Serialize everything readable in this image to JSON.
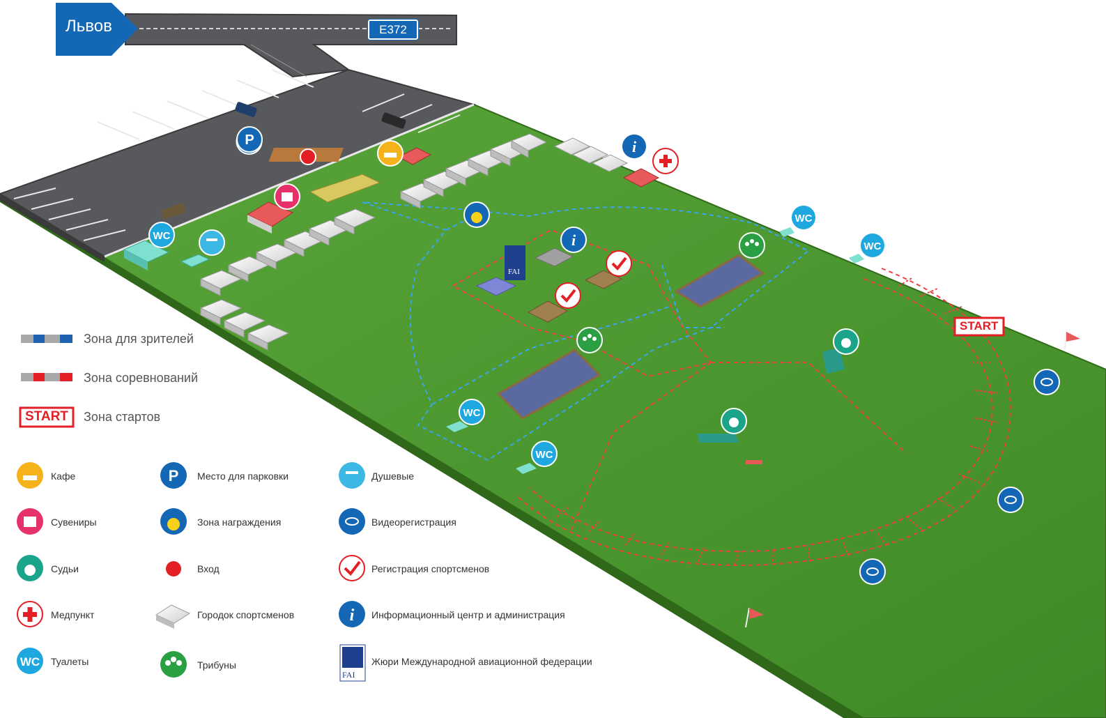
{
  "road": {
    "city": "Львов",
    "route": "E372"
  },
  "map_labels": {
    "start": "START"
  },
  "zones": [
    {
      "id": "spectators",
      "label": "Зона для зрителей",
      "color": "#1f63b0"
    },
    {
      "id": "competition",
      "label": "Зона соревнований",
      "color": "#e31e24"
    },
    {
      "id": "starts",
      "label": "Зона стартов",
      "badge": "START",
      "color": "#e31e24"
    }
  ],
  "legend": [
    {
      "id": "cafe",
      "icon": "cafe-icon",
      "label": "Кафе",
      "color": "#f6b21b"
    },
    {
      "id": "souvenirs",
      "icon": "gift-icon",
      "label": "Сувениры",
      "color": "#e6316b"
    },
    {
      "id": "judges",
      "icon": "whistle-icon",
      "label": "Судьи",
      "color": "#1aa58a"
    },
    {
      "id": "medical",
      "icon": "medical-cross-icon",
      "label": "Медпункт",
      "color": "#e31e24"
    },
    {
      "id": "wc",
      "icon": "wc-icon",
      "label": "Туалеты",
      "text": "WC",
      "color": "#1fa8e0"
    },
    {
      "id": "parking",
      "icon": "parking-icon",
      "label": "Место для парковки",
      "text": "P",
      "color": "#1467b5"
    },
    {
      "id": "awards",
      "icon": "medal-icon",
      "label": "Зона награждения",
      "color": "#1467b5"
    },
    {
      "id": "entrance",
      "icon": "entrance-dot-icon",
      "label": "Вход",
      "color": "#e31e24"
    },
    {
      "id": "athlete_town",
      "icon": "tent-icon",
      "label": "Городок спортсменов",
      "color": "#d9d9d9"
    },
    {
      "id": "stands",
      "icon": "audience-icon",
      "label": "Трибуны",
      "color": "#2aa043"
    },
    {
      "id": "showers",
      "icon": "shower-icon",
      "label": "Душевые",
      "color": "#3db7e4"
    },
    {
      "id": "video",
      "icon": "video-camera-icon",
      "label": "Видеорегистрация",
      "color": "#1467b5"
    },
    {
      "id": "registration",
      "icon": "checkmark-icon",
      "label": "Регистрация спортсменов",
      "color": "#e31e24"
    },
    {
      "id": "info",
      "icon": "info-icon",
      "label": "Информационный центр и администрация",
      "text": "i",
      "color": "#1467b5"
    },
    {
      "id": "fai",
      "icon": "fai-logo-icon",
      "label": "Жюри Международной авиационной федерации",
      "text": "FAI",
      "color": "#1f3f8f"
    }
  ],
  "colors": {
    "grass": "#4f9a2c",
    "grass_dark": "#3d7d22",
    "asphalt": "#56585b",
    "spectator_line": "#3a9ee8",
    "competition_line": "#e23a3a"
  }
}
